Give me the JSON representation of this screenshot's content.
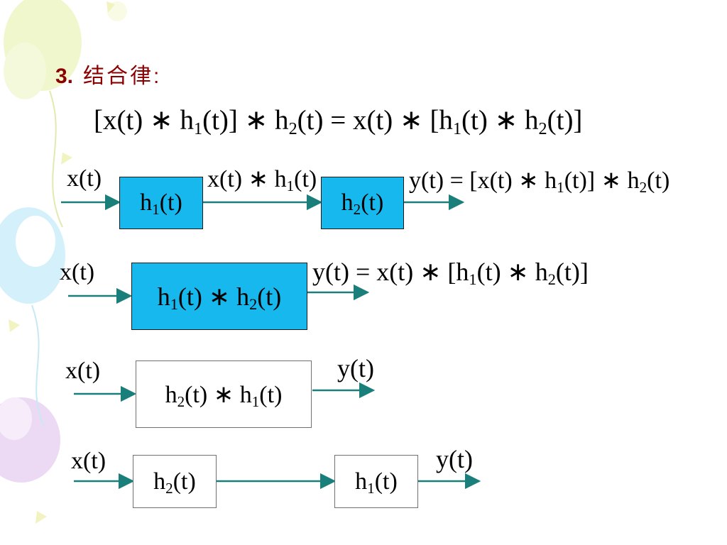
{
  "heading": {
    "number": "3.",
    "title": "结合律:"
  },
  "main_equation": {
    "p1": "[x(t) ∗ h",
    "s1": "1",
    "p2": "(t)] ∗ h",
    "s2": "2",
    "p3": "(t) = x(t) ∗ [h",
    "s3": "1",
    "p4": "(t) ∗ h",
    "s4": "2",
    "p5": "(t)]"
  },
  "row1": {
    "input_label": "x(t)",
    "block1": {
      "h": "h",
      "sub": "1",
      "arg": "(t)"
    },
    "mid_label": {
      "a": "x(t) ∗ h",
      "sub": "1",
      "b": "(t)"
    },
    "block2": {
      "h": "h",
      "sub": "2",
      "arg": "(t)"
    },
    "output_label": {
      "a": "y(t) = [x(t) ∗ h",
      "s1": "1",
      "b": "(t)] ∗ h",
      "s2": "2",
      "c": "(t)"
    }
  },
  "row2": {
    "input_label": "x(t)",
    "block": {
      "a": "h",
      "s1": "1",
      "b": "(t) ∗ h",
      "s2": "2",
      "c": "(t)"
    },
    "output_label": {
      "a": "y(t) = x(t) ∗ [h",
      "s1": "1",
      "b": "(t) ∗ h",
      "s2": "2",
      "c": "(t)]"
    }
  },
  "row3": {
    "input_label": "x(t)",
    "block": {
      "a": "h",
      "s1": "2",
      "b": "(t) ∗ h",
      "s2": "1",
      "c": "(t)"
    },
    "output_label": "y(t)"
  },
  "row4": {
    "input_label": "x(t)",
    "block1": {
      "h": "h",
      "sub": "2",
      "arg": "(t)"
    },
    "block2": {
      "h": "h",
      "sub": "1",
      "arg": "(t)"
    },
    "output_label": "y(t)"
  },
  "colors": {
    "heading": "#8b0000",
    "block_fill": "#16b8ee",
    "wire": "#1a7f7a"
  }
}
